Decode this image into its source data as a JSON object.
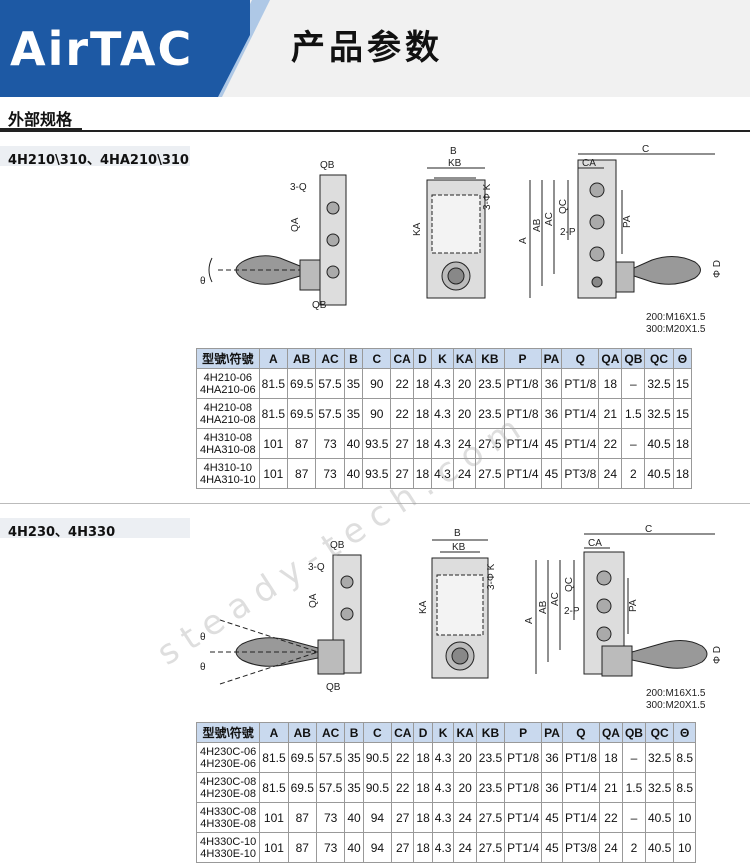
{
  "header": {
    "logo": "AirTAC",
    "title": "产品参数"
  },
  "section": {
    "title": "外部规格"
  },
  "watermark": "steady-tech.com",
  "groups": [
    {
      "model_tab": "4H210\\310、4HA210\\310",
      "labels": {
        "side": [
          "QB",
          "3-Q",
          "QA",
          "θ",
          "QB"
        ],
        "front": [
          "B",
          "KB",
          "KA",
          "3-Φ K"
        ],
        "profile": [
          "C",
          "CA",
          "A",
          "AB",
          "AC",
          "QC",
          "2-P",
          "PA",
          "Φ D",
          "200:M16X1.5",
          "300:M20X1.5"
        ]
      },
      "table": {
        "headers": [
          "型號\\符號",
          "A",
          "AB",
          "AC",
          "B",
          "C",
          "CA",
          "D",
          "K",
          "KA",
          "KB",
          "P",
          "PA",
          "Q",
          "QA",
          "QB",
          "QC",
          "Θ"
        ],
        "rows": [
          {
            "model": [
              "4H210-06",
              "4HA210-06"
            ],
            "cells": [
              "81.5",
              "69.5",
              "57.5",
              "35",
              "90",
              "22",
              "18",
              "4.3",
              "20",
              "23.5",
              "PT1/8",
              "36",
              "PT1/8",
              "18",
              "–",
              "32.5",
              "15"
            ]
          },
          {
            "model": [
              "4H210-08",
              "4HA210-08"
            ],
            "cells": [
              "81.5",
              "69.5",
              "57.5",
              "35",
              "90",
              "22",
              "18",
              "4.3",
              "20",
              "23.5",
              "PT1/8",
              "36",
              "PT1/4",
              "21",
              "1.5",
              "32.5",
              "15"
            ]
          },
          {
            "model": [
              "4H310-08",
              "4HA310-08"
            ],
            "cells": [
              "101",
              "87",
              "73",
              "40",
              "93.5",
              "27",
              "18",
              "4.3",
              "24",
              "27.5",
              "PT1/4",
              "45",
              "PT1/4",
              "22",
              "–",
              "40.5",
              "18"
            ]
          },
          {
            "model": [
              "4H310-10",
              "4HA310-10"
            ],
            "cells": [
              "101",
              "87",
              "73",
              "40",
              "93.5",
              "27",
              "18",
              "4.3",
              "24",
              "27.5",
              "PT1/4",
              "45",
              "PT3/8",
              "24",
              "2",
              "40.5",
              "18"
            ]
          }
        ]
      }
    },
    {
      "model_tab": "4H230、4H330",
      "labels": {
        "side": [
          "QB",
          "3-Q",
          "QA",
          "θ",
          "θ",
          "QB"
        ],
        "front": [
          "B",
          "KB",
          "KA",
          "3-Φ K"
        ],
        "profile": [
          "C",
          "CA",
          "A",
          "AB",
          "AC",
          "QC",
          "2-P",
          "PA",
          "Φ D",
          "200:M16X1.5",
          "300:M20X1.5"
        ]
      },
      "table": {
        "headers": [
          "型號\\符號",
          "A",
          "AB",
          "AC",
          "B",
          "C",
          "CA",
          "D",
          "K",
          "KA",
          "KB",
          "P",
          "PA",
          "Q",
          "QA",
          "QB",
          "QC",
          "Θ"
        ],
        "rows": [
          {
            "model": [
              "4H230C-06",
              "4H230E-06"
            ],
            "cells": [
              "81.5",
              "69.5",
              "57.5",
              "35",
              "90.5",
              "22",
              "18",
              "4.3",
              "20",
              "23.5",
              "PT1/8",
              "36",
              "PT1/8",
              "18",
              "–",
              "32.5",
              "8.5"
            ]
          },
          {
            "model": [
              "4H230C-08",
              "4H230E-08"
            ],
            "cells": [
              "81.5",
              "69.5",
              "57.5",
              "35",
              "90.5",
              "22",
              "18",
              "4.3",
              "20",
              "23.5",
              "PT1/8",
              "36",
              "PT1/4",
              "21",
              "1.5",
              "32.5",
              "8.5"
            ]
          },
          {
            "model": [
              "4H330C-08",
              "4H330E-08"
            ],
            "cells": [
              "101",
              "87",
              "73",
              "40",
              "94",
              "27",
              "18",
              "4.3",
              "24",
              "27.5",
              "PT1/4",
              "45",
              "PT1/4",
              "22",
              "–",
              "40.5",
              "10"
            ]
          },
          {
            "model": [
              "4H330C-10",
              "4H330E-10"
            ],
            "cells": [
              "101",
              "87",
              "73",
              "40",
              "94",
              "27",
              "18",
              "4.3",
              "24",
              "27.5",
              "PT1/4",
              "45",
              "PT3/8",
              "24",
              "2",
              "40.5",
              "10"
            ]
          }
        ]
      }
    }
  ]
}
